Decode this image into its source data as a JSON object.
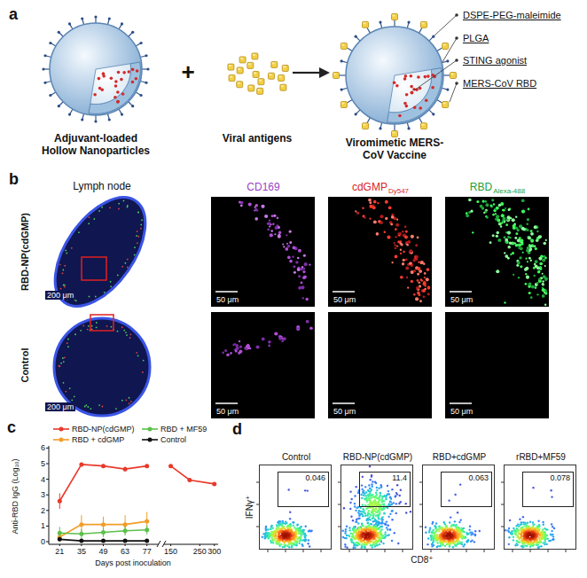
{
  "diagram": {
    "nodes": [
      {
        "text": [
          "Lymph node",
          "200 μm"
        ]
      },
      {
        "text": [
          "CD169",
          "50 μm"
        ]
      },
      {
        "text": [
          "cdGMP",
          "Dy547",
          "50 μm"
        ]
      },
      {
        "text": [
          "RBD",
          "Alexa-488",
          "50 μm"
        ]
      },
      {
        "text": [
          "200 μm"
        ]
      },
      {
        "text": [
          "50 μm"
        ]
      },
      {
        "text": [
          "50 μm"
        ]
      },
      {
        "text": [
          "50 μm"
        ]
      },
      {
        "text": [
          "Control"
        ]
      },
      {
        "text": [
          "0.046"
        ],
        "in": 8
      },
      {
        "text": [
          "RBD-NP(cdGMP)"
        ]
      },
      {
        "text": [
          "11.4"
        ],
        "in": 10
      },
      {
        "text": [
          "RBD+cdGMP"
        ]
      },
      {
        "text": [
          "0.063"
        ],
        "in": 12
      },
      {
        "text": [
          "rRBD+MF59"
        ]
      },
      {
        "text": [
          "0.078"
        ],
        "in": 14
      }
    ],
    "labels": [
      "a",
      "DSPE-PEG-maleimide",
      "PLGA",
      "STING agonist",
      "MERS-CoV RBD",
      "+",
      "Adjuvant-loaded Hollow Nanoparticles",
      "Viral antigens",
      "Viromimetic MERS-CoV Vaccine",
      "b",
      "RBD-NP(cdGMP)",
      "Control",
      "c",
      "Anti-RBD IgG (Log₁₀)",
      "0",
      "1",
      "2",
      "3",
      "4",
      "5",
      "6",
      "21",
      "35",
      "49",
      "63",
      "77",
      "150",
      "250",
      "300",
      "Days post inoculation",
      "d",
      "IFNγ⁺",
      "CD8⁺"
    ],
    "legend": [
      {
        "text": "RBD-NP(cdGMP)"
      },
      {
        "text": "RBD + cdGMP"
      },
      {
        "text": "RBD + MF59"
      },
      {
        "text": "Control"
      }
    ]
  }
}
